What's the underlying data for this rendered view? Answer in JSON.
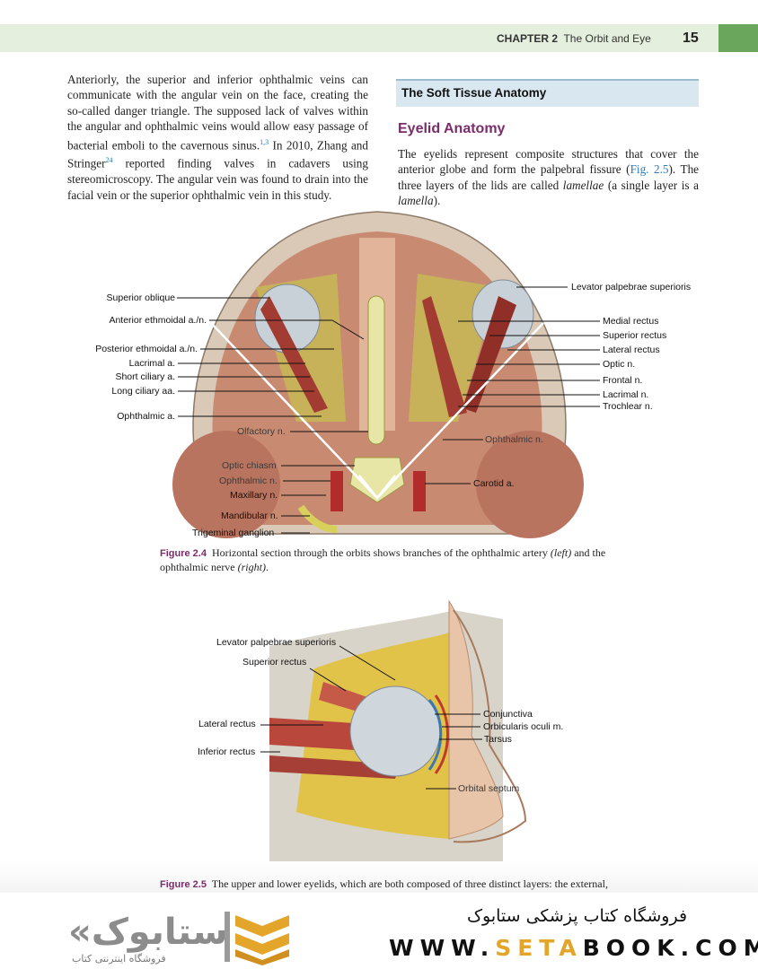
{
  "header": {
    "chapter_label": "CHAPTER 2",
    "chapter_title": "The Orbit and Eye",
    "page_number": "15"
  },
  "left_paragraph": {
    "part1": "Anteriorly, the superior and inferior ophthalmic veins can communicate with the angular vein on the face, creating the so-called danger triangle. The supposed lack of valves within the angular and ophthalmic veins would allow easy passage of bacterial emboli to the cavernous sinus.",
    "ref1": "1,3",
    "part2": " In 2010, Zhang and Stringer",
    "ref2": "24",
    "part3": " reported finding valves in cadavers using stereomicroscopy. The angular vein was found to drain into the facial vein or the superior ophthalmic vein in this study."
  },
  "section": {
    "title": "The Soft Tissue Anatomy",
    "subtitle": "Eyelid Anatomy"
  },
  "right_paragraph": {
    "part1": "The eyelids represent composite structures that cover the anterior globe and form the palpebral fissure (",
    "ref": "Fig. 2.5",
    "part2": "). The three layers of the lids are called ",
    "em1": "lamellae",
    "part3": " (a single layer is a ",
    "em2": "lamella",
    "part4": ")."
  },
  "figure_2_4": {
    "labels_left": [
      "Superior oblique",
      "Anterior ethmoidal a./n.",
      "Posterior ethmoidal a./n.",
      "Lacrimal a.",
      "Short ciliary a.",
      "Long ciliary aa.",
      "Ophthalmic a."
    ],
    "labels_right": [
      "Levator palpebrae superioris",
      "Medial rectus",
      "Superior rectus",
      "Lateral rectus",
      "Optic n.",
      "Frontal n.",
      "Lacrimal n.",
      "Trochlear n."
    ],
    "labels_center": [
      "Olfactory n.",
      "Ophthalmic n.",
      "Optic chiasm",
      "Ophthalmic n.",
      "Maxillary n.",
      "Carotid a.",
      "Mandibular n.",
      "Trigeminal ganglion"
    ],
    "caption_label": "Figure 2.4",
    "caption_text1": "Horizontal section through the orbits shows branches of the ophthalmic artery ",
    "caption_em1": "(left)",
    "caption_text2": " and the ophthalmic nerve ",
    "caption_em2": "(right)",
    "caption_text3": "."
  },
  "figure_2_5": {
    "labels_left": [
      "Levator palpebrae superioris",
      "Superior rectus",
      "Lateral rectus",
      "Inferior rectus"
    ],
    "labels_right": [
      "Conjunctiva",
      "Orbicularis oculi m.",
      "Tarsus",
      "Orbital septum"
    ],
    "caption_label": "Figure 2.5",
    "caption_text": "The upper and lower eyelids, which are both composed of three distinct layers: the external,"
  },
  "footer": {
    "logo_text": "«ستابوک",
    "logo_sub": "فروشگاه اینترنتی کتاب",
    "shop_name": "فروشگاه کتاب پزشکی ستابوک",
    "url_pre": "WWW.",
    "url_hl": "SETA",
    "url_post": "BOOK.COM"
  },
  "colors": {
    "header_band": "#e4efdd",
    "page_tab": "#6aa65b",
    "heading_purple": "#7a2c6b",
    "link_blue": "#2b7bb5",
    "section_box": "#d9e8f0",
    "logo_gold": "#e3a52a"
  }
}
